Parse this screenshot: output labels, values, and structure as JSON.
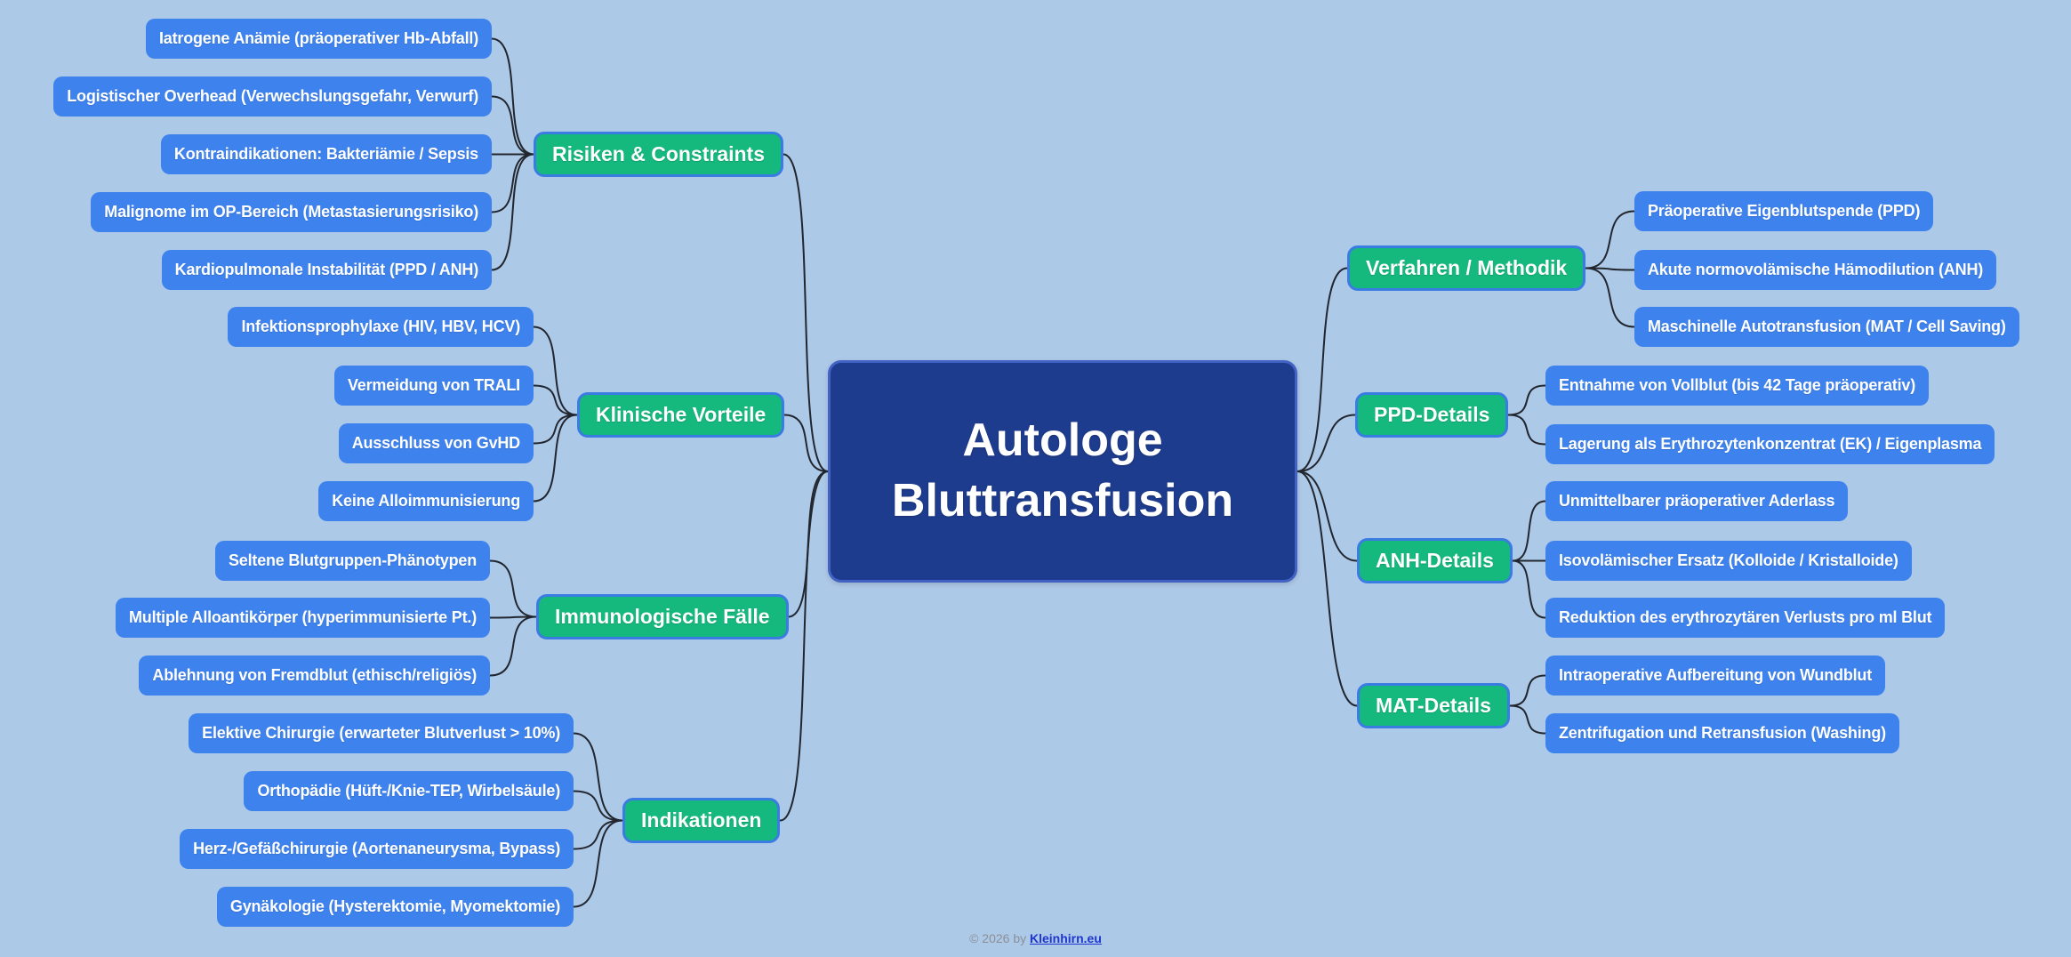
{
  "root": {
    "label": "Autologe Bluttransfusion"
  },
  "left_branches": [
    {
      "label": "Risiken & Constraints",
      "children": [
        "Iatrogene Anämie (präoperativer Hb-Abfall)",
        "Logistischer Overhead (Verwechslungsgefahr, Verwurf)",
        "Kontraindikationen: Bakteriämie / Sepsis",
        "Malignome im OP-Bereich (Metastasierungsrisiko)",
        "Kardiopulmonale Instabilität (PPD / ANH)"
      ]
    },
    {
      "label": "Klinische Vorteile",
      "children": [
        "Infektionsprophylaxe (HIV, HBV, HCV)",
        "Vermeidung von TRALI",
        "Ausschluss von GvHD",
        "Keine Alloimmunisierung"
      ]
    },
    {
      "label": "Immunologische Fälle",
      "children": [
        "Seltene Blutgruppen-Phänotypen",
        "Multiple Alloantikörper (hyperimmunisierte Pt.)",
        "Ablehnung von Fremdblut (ethisch/religiös)"
      ]
    },
    {
      "label": "Indikationen",
      "children": [
        "Elektive Chirurgie (erwarteter Blutverlust > 10%)",
        "Orthopädie (Hüft-/Knie-TEP, Wirbelsäule)",
        "Herz-/Gefäßchirurgie (Aortenaneurysma, Bypass)",
        "Gynäkologie (Hysterektomie, Myomektomie)"
      ]
    }
  ],
  "right_branches": [
    {
      "label": "Verfahren / Methodik",
      "children": [
        "Präoperative Eigenblutspende (PPD)",
        "Akute normovolämische Hämodilution (ANH)",
        "Maschinelle Autotransfusion (MAT / Cell Saving)"
      ]
    },
    {
      "label": "PPD-Details",
      "children": [
        "Entnahme von Vollblut (bis 42 Tage präoperativ)",
        "Lagerung als Erythrozytenkonzentrat (EK) / Eigenplasma"
      ]
    },
    {
      "label": "ANH-Details",
      "children": [
        "Unmittelbarer präoperativer Aderlass",
        "Isovolämischer Ersatz (Kolloide / Kristalloide)",
        "Reduktion des erythrozytären Verlusts pro ml Blut"
      ]
    },
    {
      "label": "MAT-Details",
      "children": [
        "Intraoperative Aufbereitung von Wundblut",
        "Zentrifugation und Retransfusion (Washing)"
      ]
    }
  ],
  "footer": {
    "copyright_prefix": "© 2026 by",
    "link_label": "Kleinhirn.eu"
  },
  "colors": {
    "background": "#adc9e8",
    "leaf_blue": "#3e82ee",
    "branch_green": "#15b87d",
    "branch_border_blue": "#3b7ce2",
    "center_navy": "#1e3c8e",
    "center_border": "#4263c4",
    "connector": "#22262e",
    "link_blue": "#1f35cf",
    "text_white": "#ffffff"
  }
}
